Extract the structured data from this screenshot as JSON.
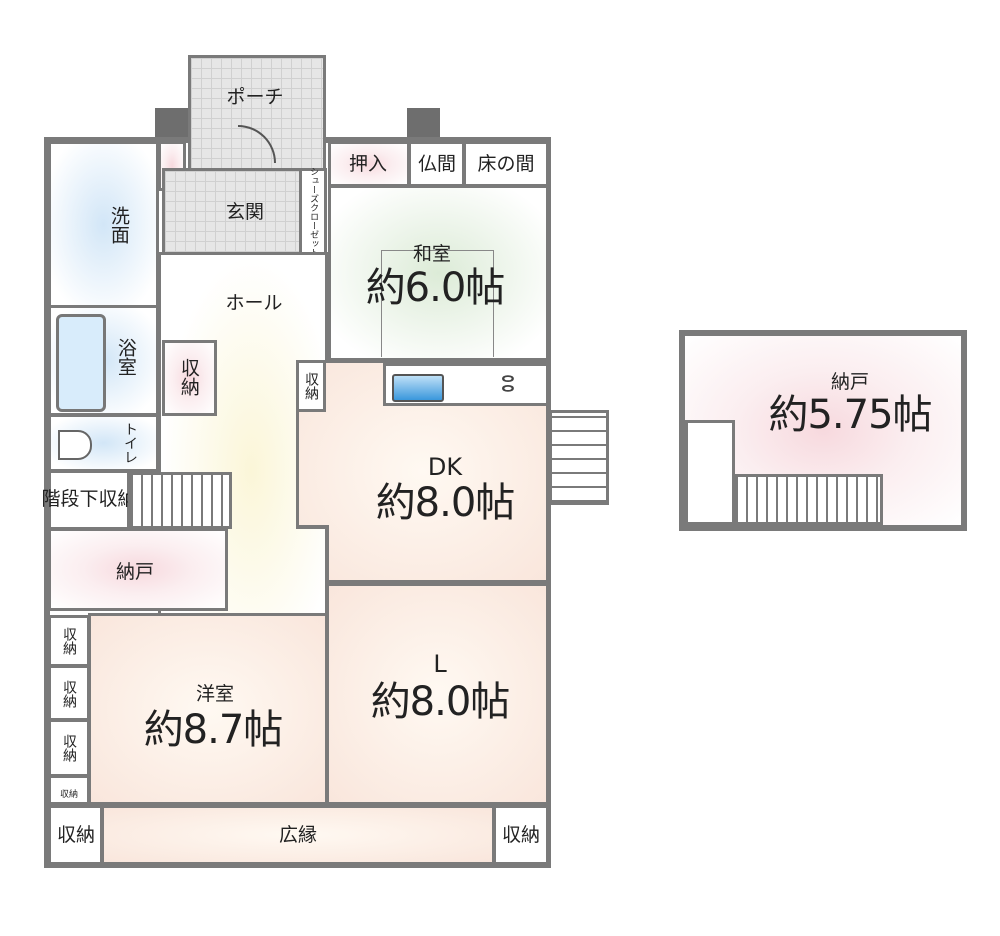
{
  "rooms": {
    "porch": "ポーチ",
    "genkan": "玄関",
    "shoe_closet": "シューズクローゼット",
    "hall": "ホール",
    "senmen": "洗面",
    "bath": "浴室",
    "storage": "収納",
    "toilet": "トイレ",
    "under_stairs": "階段下収納",
    "nando": "納戸",
    "oshiire": "押入",
    "butsuma": "仏間",
    "tokonoma": "床の間",
    "washitsu": "和室",
    "washitsu_size": "約6.0帖",
    "dk": "DK",
    "dk_size": "約8.0帖",
    "l": "L",
    "l_size": "約8.0帖",
    "yoshitsu": "洋室",
    "yoshitsu_size": "約8.7帖",
    "hiroen": "広縁",
    "annex_nando": "納戸",
    "annex_size": "約5.75帖"
  },
  "colors": {
    "wall": "#7a7a7a",
    "kitchen_sink": "#4aa3e0"
  }
}
